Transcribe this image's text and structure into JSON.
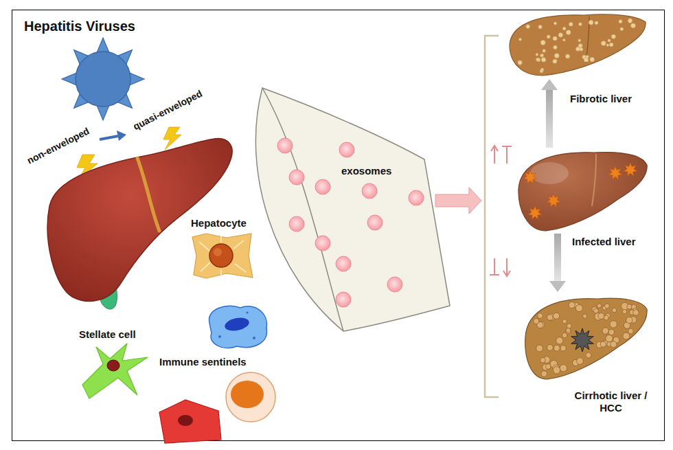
{
  "diagram": {
    "title": "Hepatitis Viruses",
    "nodes": [
      {
        "text": [
          "exosomes"
        ]
      },
      {
        "text": [
          "Fibrotic liver"
        ]
      },
      {
        "text": [
          "Infected liver"
        ]
      },
      {
        "text": [
          "Cirrhotic liver / HCC"
        ]
      }
    ],
    "edges": [
      {
        "from": 2,
        "to": 1,
        "arrow": "to"
      },
      {
        "from": 2,
        "to": 3,
        "arrow": "to"
      }
    ],
    "labels": [
      "non-enveloped",
      "quasi-enveloped",
      "Hepatocyte",
      "Stellate cell",
      "Immune sentinels"
    ]
  }
}
